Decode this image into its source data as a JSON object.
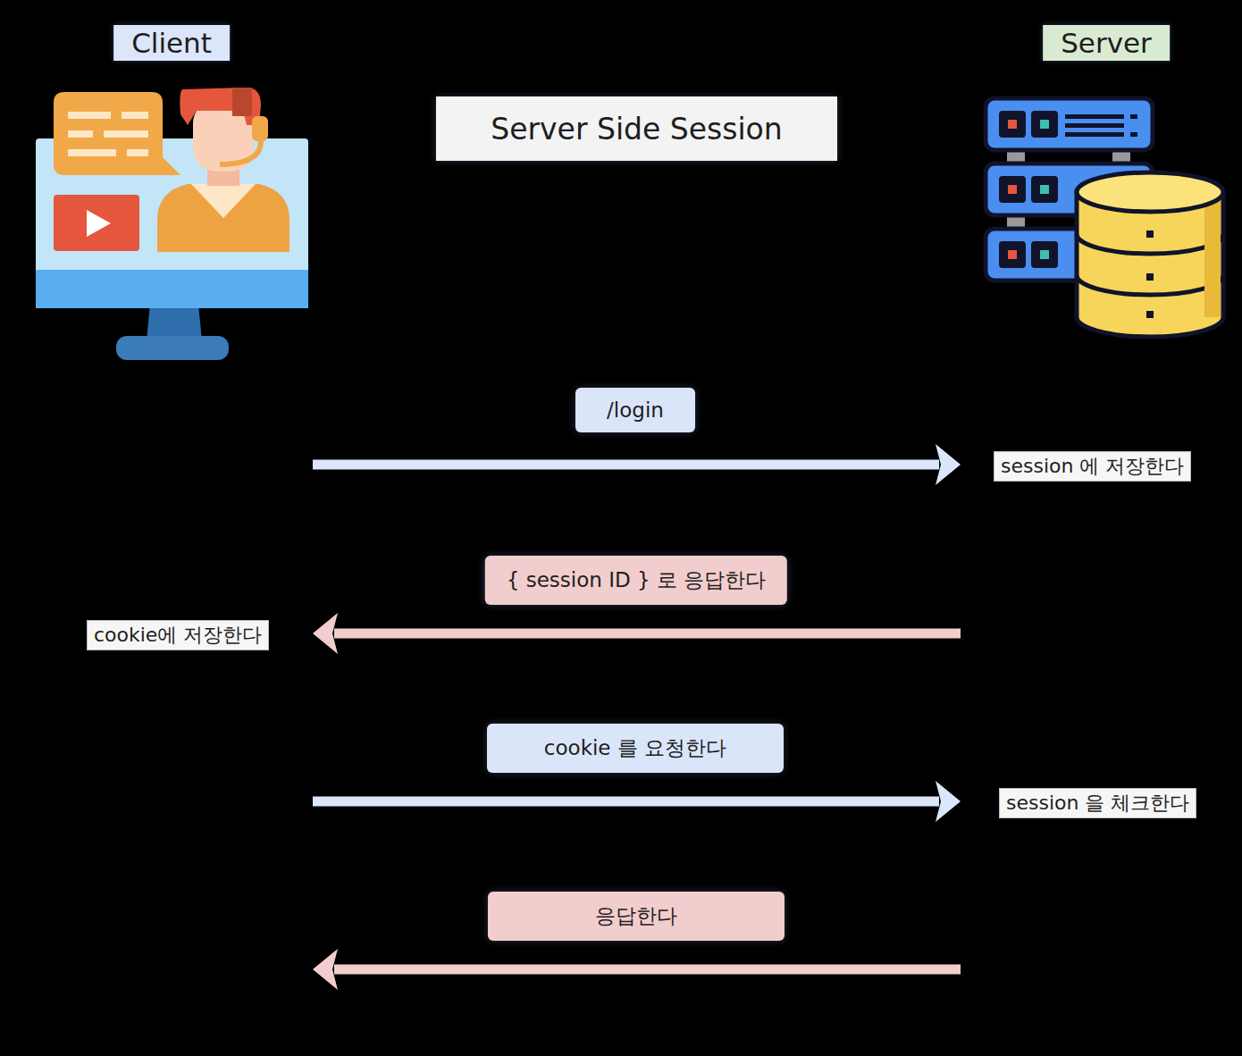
{
  "diagram": {
    "title": "Server Side Session",
    "nodes": [
      {
        "text": [
          "Client"
        ]
      },
      {
        "text": [
          "Server"
        ]
      }
    ],
    "edges": [
      {
        "from": 0,
        "to": 1,
        "arrow": "to",
        "label": "/login"
      },
      {
        "from": 1,
        "to": 0,
        "arrow": "to",
        "label": "{ session ID } 로 응답한다"
      },
      {
        "from": 0,
        "to": 1,
        "arrow": "to",
        "label": "cookie 를 요청한다"
      },
      {
        "from": 1,
        "to": 0,
        "arrow": "to",
        "label": "응답한다"
      }
    ],
    "labels": [
      "session 에 저장한다",
      "cookie에 저장한다",
      "session 을 체크한다"
    ]
  }
}
